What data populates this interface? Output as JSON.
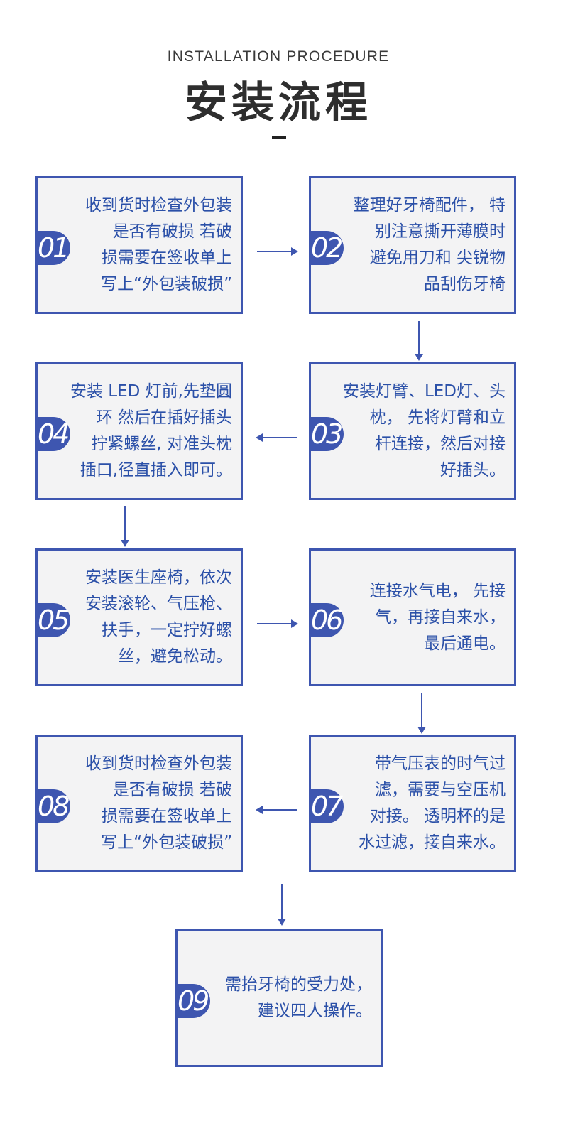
{
  "header": {
    "subtitle": "INSTALLATION PROCEDURE",
    "title": "安装流程"
  },
  "steps": [
    {
      "number": "01",
      "lines": [
        "收到货时检查外包装",
        "是否有破损 若破",
        "损需要在签收单上",
        "写上“外包装破损”"
      ]
    },
    {
      "number": "02",
      "lines": [
        "整理好牙椅配件， 特",
        "别注意撕开薄膜时",
        "避免用刀和 尖锐物",
        "品刮伤牙椅"
      ]
    },
    {
      "number": "03",
      "lines": [
        "安装灯臂、LED灯、头",
        "枕， 先将灯臂和立",
        "杆连接，然后对接",
        "好插头。"
      ]
    },
    {
      "number": "04",
      "lines": [
        "安装 LED 灯前,先垫圆",
        "环 然后在插好插头",
        "拧紧螺丝, 对准头枕",
        "插口,径直插入即可。"
      ]
    },
    {
      "number": "05",
      "lines": [
        "安装医生座椅，依次",
        "安装滚轮、气压枪、",
        "扶手，一定拧好螺",
        "丝，避免松动。"
      ]
    },
    {
      "number": "06",
      "lines": [
        "连接水气电， 先接",
        "气，再接自来水，",
        "最后通电。"
      ]
    },
    {
      "number": "07",
      "lines": [
        "带气压表的时气过",
        "滤，需要与空压机",
        "对接。 透明杯的是",
        "水过滤，接自来水。"
      ]
    },
    {
      "number": "08",
      "lines": [
        "收到货时检查外包装",
        "是否有破损 若破",
        "损需要在签收单上",
        "写上“外包装破损”"
      ]
    },
    {
      "number": "09",
      "lines": [
        "需抬牙椅的受力处，",
        "建议四人操作。"
      ]
    }
  ],
  "colors": {
    "accent": "#3e56b0",
    "box_background": "#f3f3f4",
    "text": "#2b50a8",
    "title": "#2e2e2e"
  }
}
